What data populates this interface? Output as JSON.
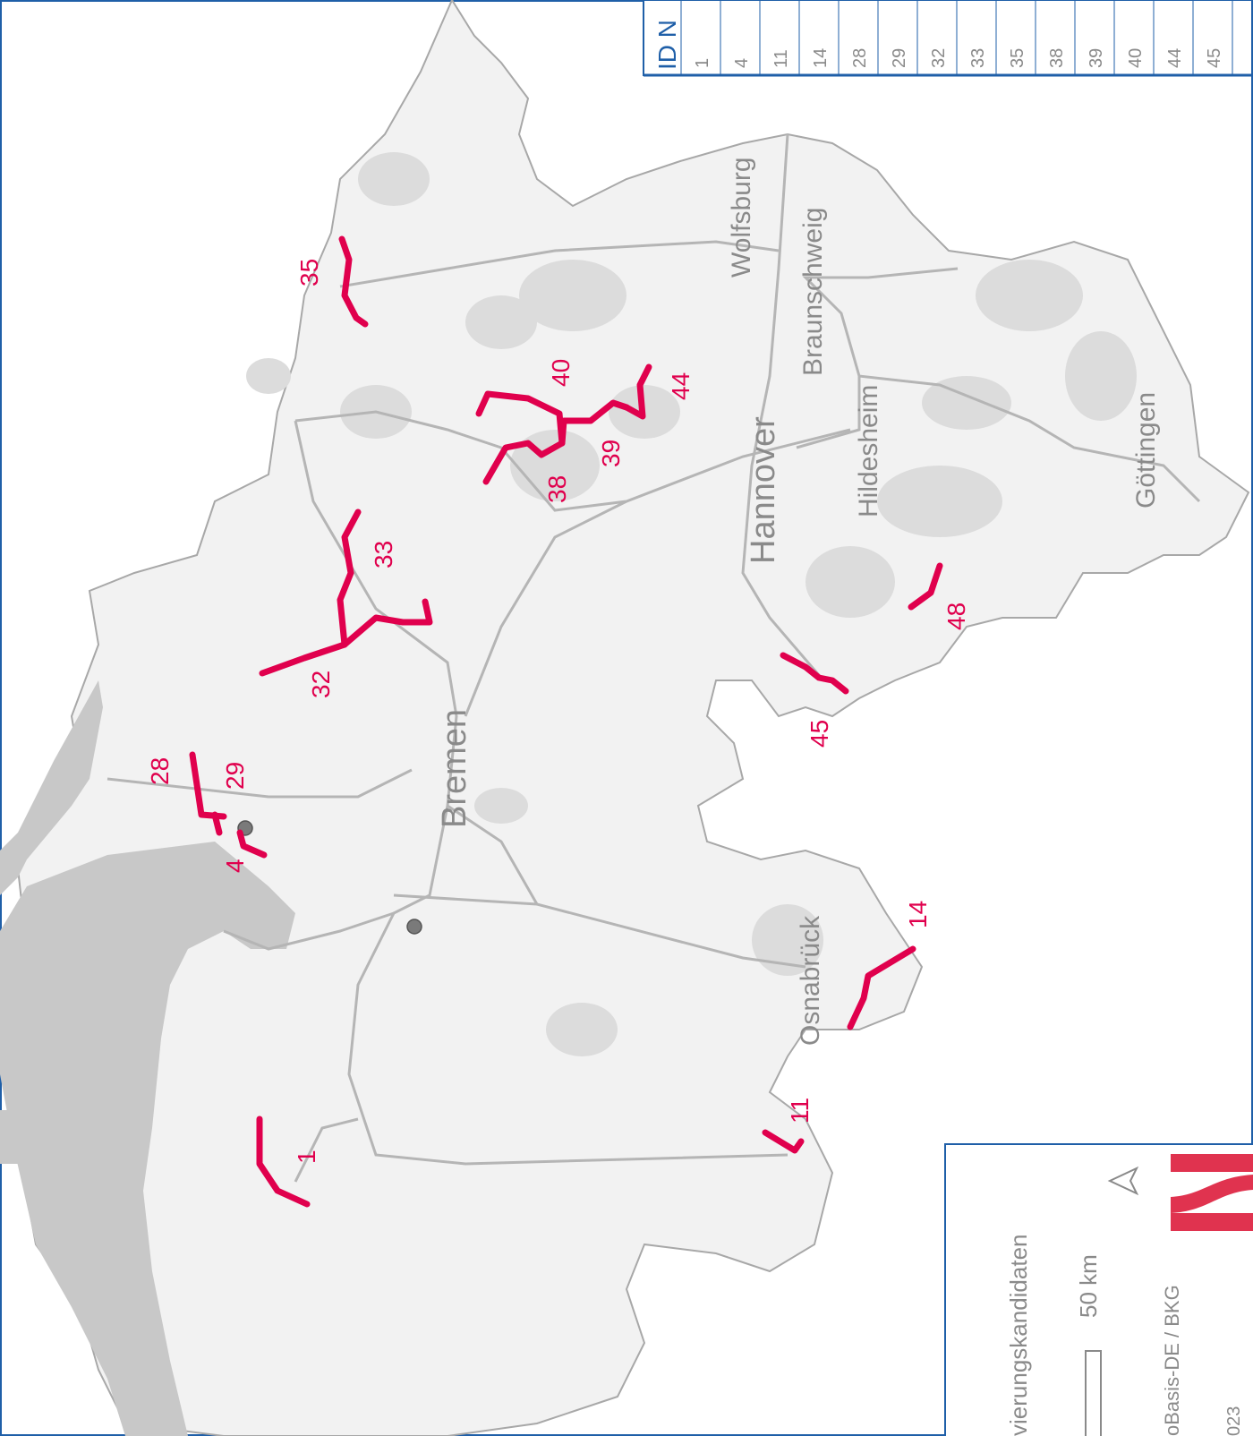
{
  "table": {
    "header": "ID N",
    "ids": [
      "1",
      "4",
      "11",
      "14",
      "28",
      "29",
      "32",
      "33",
      "35",
      "38",
      "39",
      "40",
      "44",
      "45"
    ]
  },
  "cities": [
    {
      "name": "Wolfsburg"
    },
    {
      "name": "Braunschweig"
    },
    {
      "name": "Hannover"
    },
    {
      "name": "Hildesheim"
    },
    {
      "name": "Göttingen"
    },
    {
      "name": "Bremen"
    },
    {
      "name": "Osnabrück"
    }
  ],
  "markers": [
    {
      "id": "1"
    },
    {
      "id": "4"
    },
    {
      "id": "11"
    },
    {
      "id": "14"
    },
    {
      "id": "28"
    },
    {
      "id": "29"
    },
    {
      "id": "32"
    },
    {
      "id": "33"
    },
    {
      "id": "35"
    },
    {
      "id": "38"
    },
    {
      "id": "39"
    },
    {
      "id": "40"
    },
    {
      "id": "44"
    },
    {
      "id": "45"
    },
    {
      "id": "48"
    }
  ],
  "legend": {
    "title_fragment": "vierungskandidaten",
    "scale_label": "50 km",
    "source_fragment": "oBasis-DE / BKG",
    "year_fragment": "023"
  },
  "colors": {
    "route": "#e0004d",
    "land": "#f2f2f2",
    "water": "#c8c8c8",
    "forest": "#dcdcdc",
    "frame": "#1f5fa8",
    "city_text": "#8a8a8a"
  }
}
